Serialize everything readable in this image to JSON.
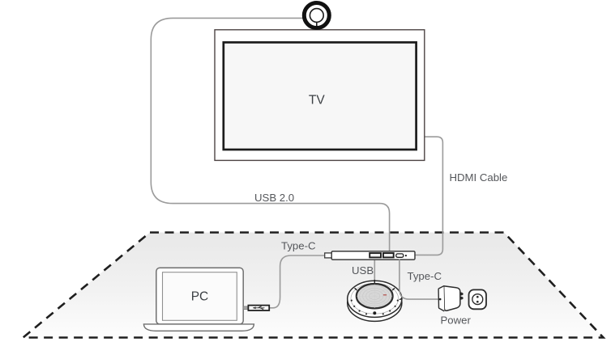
{
  "diagram": {
    "description": "Conference device connection diagram showing a camera and speakerphone hub setup",
    "labels": {
      "tv": "TV",
      "pc": "PC",
      "usb_2_0_cable": "USB 2.0",
      "hdmi_cable": "HDMI Cable",
      "type_c_to_pc": "Type-C",
      "usb_to_speakerphone": "USB",
      "type_c_to_power": "Type-C",
      "power": "Power"
    },
    "colors": {
      "cable": "#9b9b9b",
      "label": "#54565a",
      "device_label": "#3c4044",
      "outline": "#2b2b2b",
      "dash": "#1f1f1f",
      "table_top": "#e8e8e8",
      "table_bottom": "#fdfdfd",
      "screen_fill": "#f7f7f7",
      "mesh_fill": "#d8d8d8",
      "logo_red": "#b3524e"
    }
  }
}
